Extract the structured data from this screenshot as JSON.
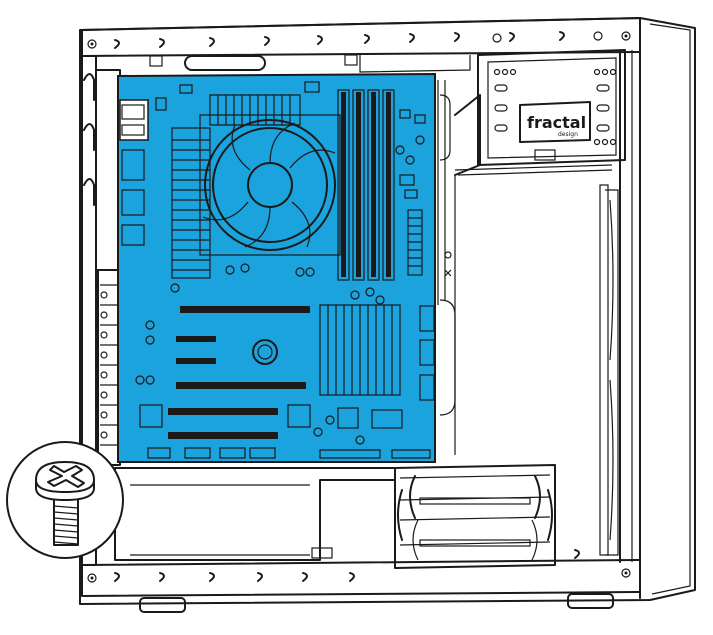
{
  "diagram": {
    "brand_logo_text": "fractal",
    "brand_logo_subtext": "design",
    "colors": {
      "motherboard": "#1aa3dc",
      "outline": "#1a1a1a",
      "background": "#ffffff",
      "case_panel": "#ffffff"
    },
    "icons": [
      "screw-icon",
      "cpu-cooler-fan-icon",
      "brand-logo"
    ]
  }
}
